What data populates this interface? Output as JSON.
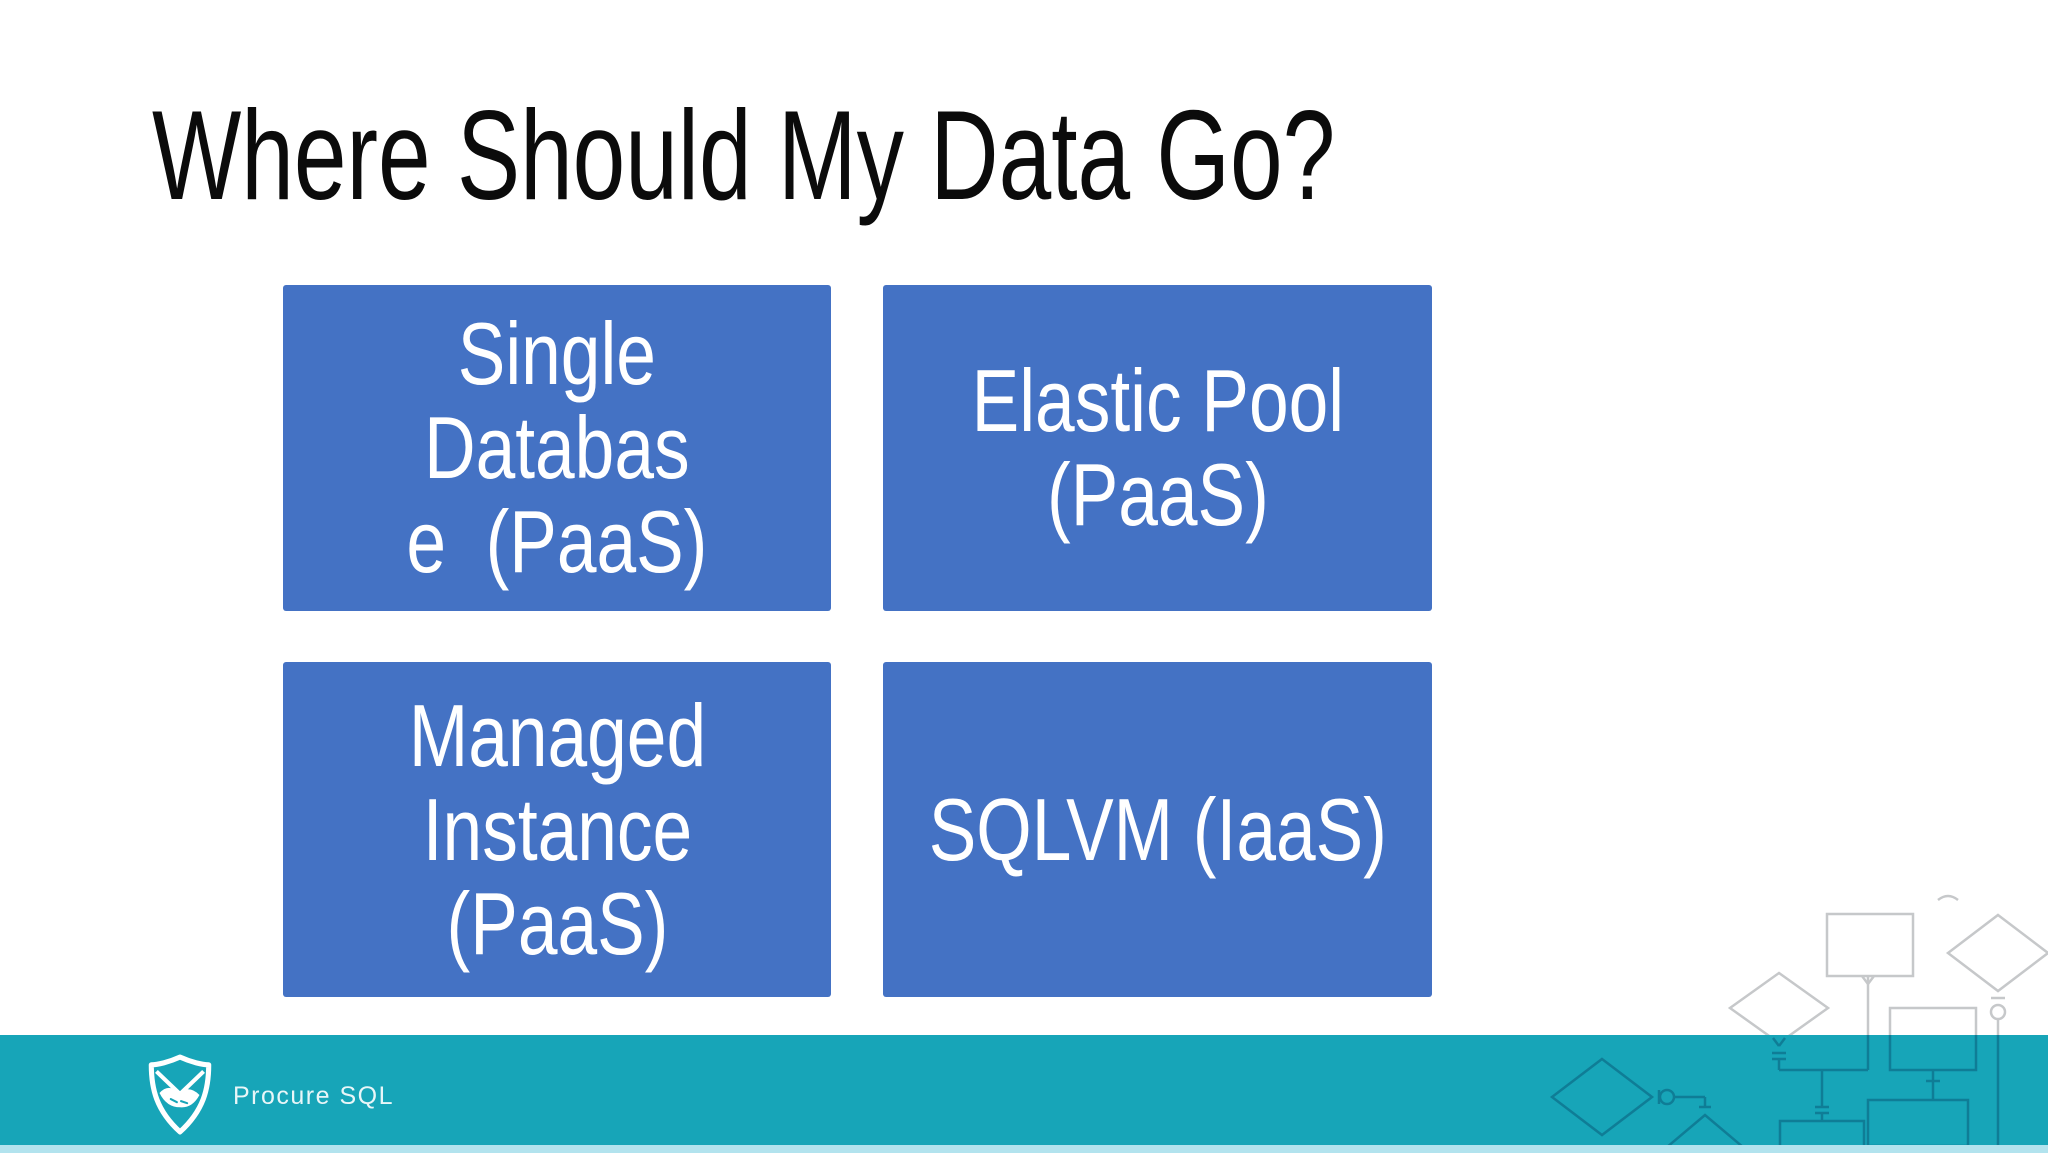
{
  "title": {
    "text": "Where Should My Data Go?"
  },
  "boxes": [
    {
      "name": "single-database",
      "lines": [
        "Single",
        "Databas",
        "e  (PaaS)"
      ]
    },
    {
      "name": "elastic-pool",
      "lines": [
        "Elastic Pool",
        "(PaaS)"
      ]
    },
    {
      "name": "managed-instance",
      "lines": [
        "Managed",
        "Instance",
        "(PaaS)"
      ]
    },
    {
      "name": "sql-vm",
      "lines": [
        "SQLVM (IaaS)"
      ]
    }
  ],
  "footer": {
    "brand": "Procure SQL",
    "logo_icon": "shield-handshake-icon"
  },
  "decor": {
    "watermark": "entity-relationship-diagram"
  },
  "colors": {
    "box_fill": "#4472C4",
    "box_text": "#FFFFFF",
    "title_text": "#0B0B0B",
    "footer_teal": "#17A5B8",
    "bottom_strip": "#B2E3EE",
    "decor_gray": "#C6C8CA",
    "decor_dark_teal": "#0F7D96",
    "brand_text": "#E8F6F8"
  }
}
